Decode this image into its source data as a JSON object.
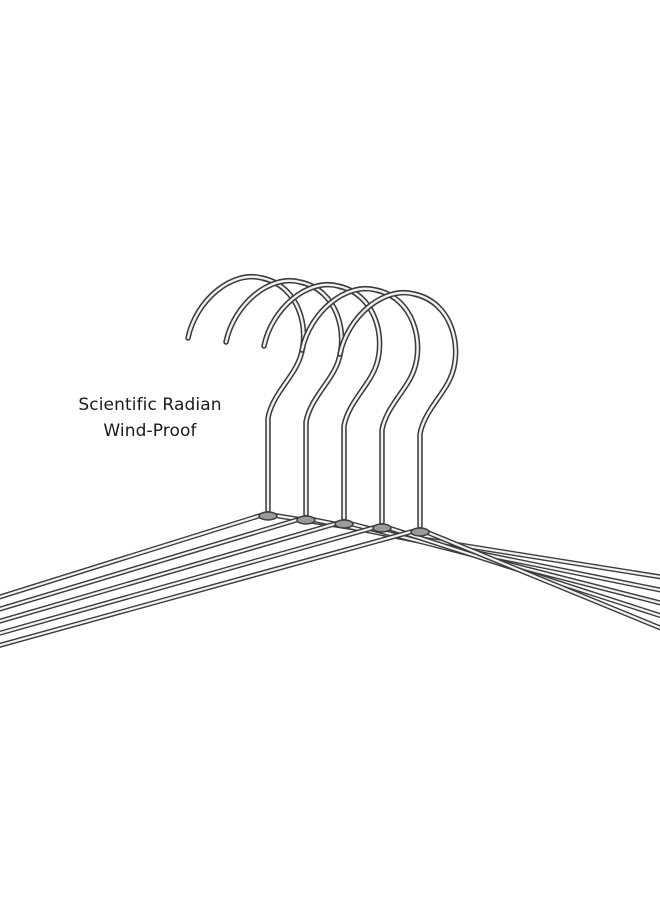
{
  "caption": {
    "line1": "Scientific Radian",
    "line2": "Wind-Proof"
  },
  "product": {
    "hanger_count": 5,
    "material_color": "#9a9a9a",
    "highlight_color": "#f2f2f2",
    "shadow_color": "#3c3c3c",
    "background_color": "#ffffff"
  }
}
